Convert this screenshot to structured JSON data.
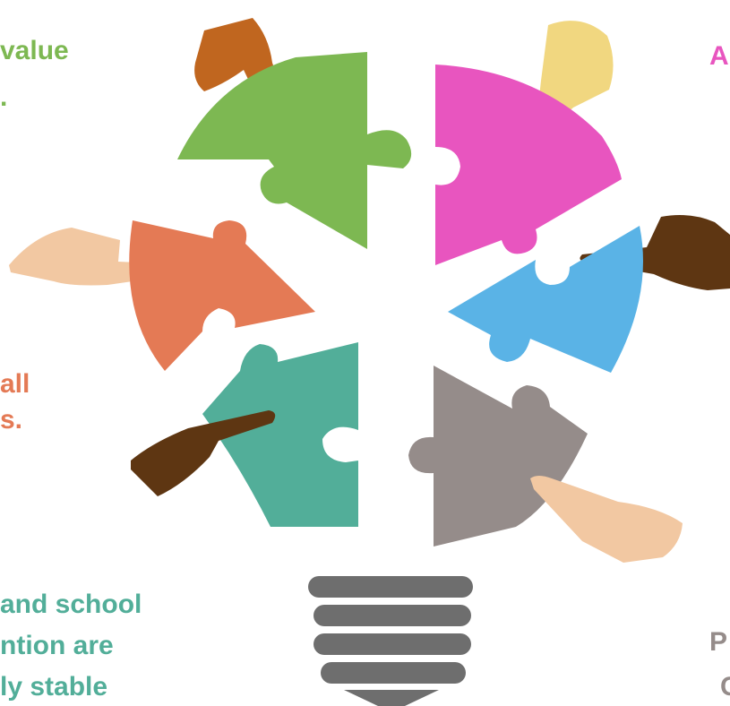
{
  "colors": {
    "green": "#7db852",
    "pink": "#e855bf",
    "orange": "#e47a55",
    "blue": "#5ab3e6",
    "teal": "#52ae99",
    "gray": "#958c8a",
    "bulb_base": "#6e6e6e",
    "hand_light": "#f2c8a2",
    "hand_dark": "#5e3612",
    "hand_brown": "#c0661f",
    "hand_yellow": "#f1d780"
  },
  "text_fragments": {
    "green_1": "value",
    "green_2": ".",
    "orange_1": "all",
    "orange_2": "s.",
    "teal_1": "and school",
    "teal_2": "ntion are",
    "teal_3": "ly stable",
    "pink_1": "A",
    "gray_1": "P",
    "gray_2": "C"
  },
  "icons": [
    "puzzle-lightbulb",
    "pointing-hand",
    "bulb-base"
  ]
}
